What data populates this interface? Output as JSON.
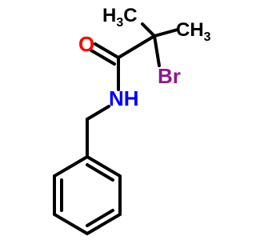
{
  "molecule": {
    "atoms": {
      "oxygen": {
        "label": "O",
        "color": "#ff0000"
      },
      "nitrogen": {
        "label": "NH",
        "color": "#0000ff"
      },
      "bromine": {
        "label": "Br",
        "color": "#8b1a8b"
      },
      "methyl_left": {
        "main": "H",
        "sub": "3",
        "tail": "C"
      },
      "methyl_right": {
        "main": "CH",
        "sub": "3"
      }
    },
    "bond_color": "#000000"
  }
}
